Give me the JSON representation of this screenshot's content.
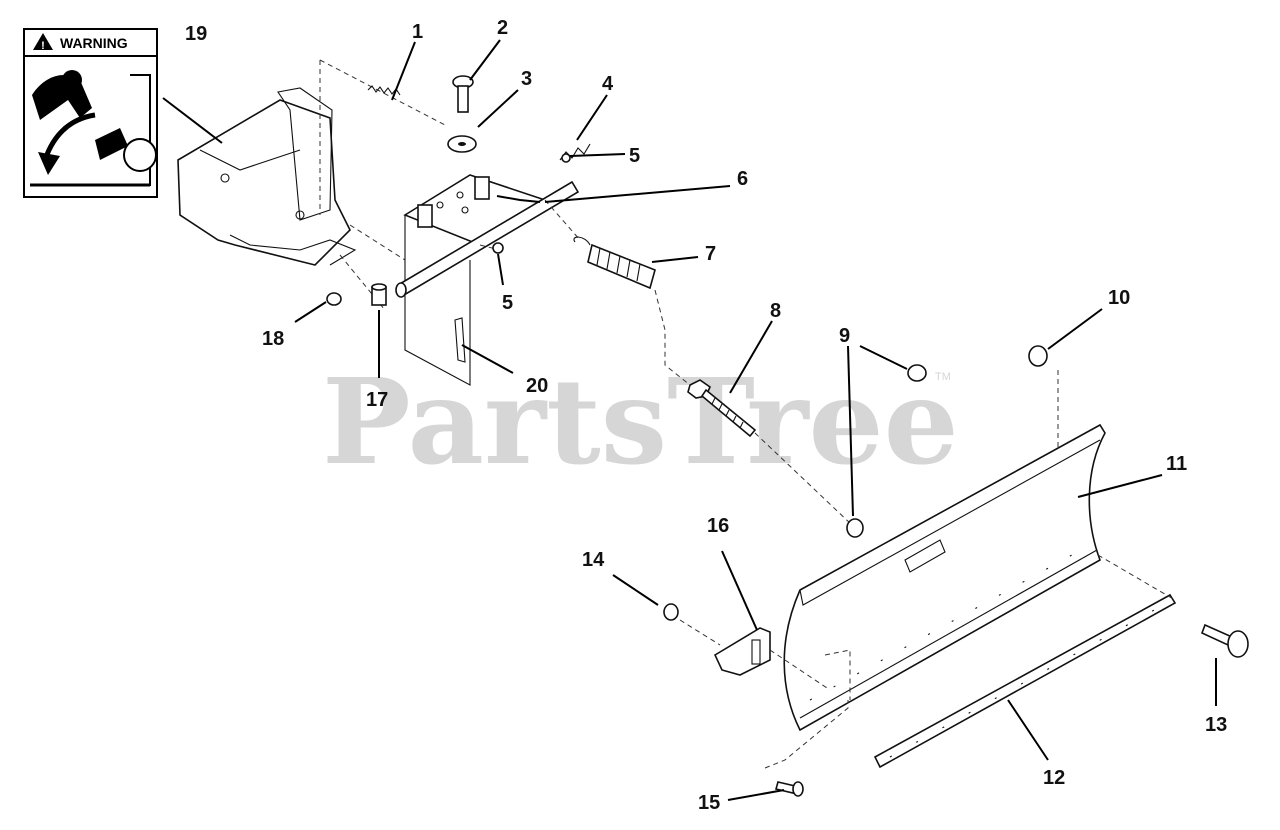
{
  "warning_label": {
    "text": "WARNING"
  },
  "watermark": {
    "text": "PartsTree",
    "trademark": "TM"
  },
  "callouts": [
    {
      "id": "c1",
      "label": "1"
    },
    {
      "id": "c2",
      "label": "2"
    },
    {
      "id": "c3",
      "label": "3"
    },
    {
      "id": "c4",
      "label": "4"
    },
    {
      "id": "c5a",
      "label": "5"
    },
    {
      "id": "c5b",
      "label": "5"
    },
    {
      "id": "c6",
      "label": "6"
    },
    {
      "id": "c7",
      "label": "7"
    },
    {
      "id": "c8",
      "label": "8"
    },
    {
      "id": "c9",
      "label": "9"
    },
    {
      "id": "c10",
      "label": "10"
    },
    {
      "id": "c11",
      "label": "11"
    },
    {
      "id": "c12",
      "label": "12"
    },
    {
      "id": "c13",
      "label": "13"
    },
    {
      "id": "c14",
      "label": "14"
    },
    {
      "id": "c15",
      "label": "15"
    },
    {
      "id": "c16",
      "label": "16"
    },
    {
      "id": "c17",
      "label": "17"
    },
    {
      "id": "c18",
      "label": "18"
    },
    {
      "id": "c19",
      "label": "19"
    },
    {
      "id": "c20",
      "label": "20"
    }
  ]
}
